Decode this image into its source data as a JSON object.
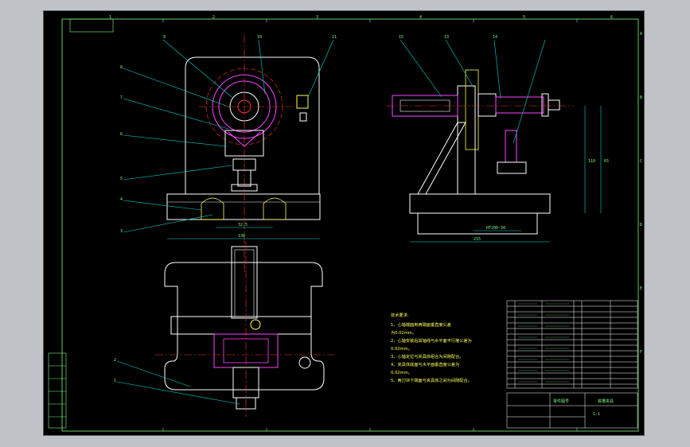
{
  "drawing": {
    "tech_title": "技术要求:",
    "tech_notes": [
      "1、心轴端面到两端面垂直度公差",
      "为0.02mm。",
      "2、心轴安装后其轴线与水平面平行度公差为",
      "0.02mm。",
      "3、心轴定位与夹具体组合为间隙配合。",
      "4、夹具体底面与水平面垂直度公差为",
      "0.02mm。",
      "5、两刀块下端面与夹具体之间为间隙配合。"
    ],
    "title_block": {
      "name": "铣槽夹具",
      "drawer": "零件图号",
      "scale": "1:1"
    },
    "dims": {
      "front_width": "32.5",
      "front_base": "130",
      "side_width": "215",
      "side_height": "110",
      "side_height2": "65",
      "side_bottom": "HT200-30"
    },
    "balloons": {
      "front_top": [
        "9",
        "10",
        "11"
      ],
      "side_top": [
        "15",
        "13",
        "14"
      ],
      "front_left": [
        "8",
        "7",
        "6",
        "5",
        "4",
        "3"
      ],
      "plan_left": [
        "2",
        "1"
      ]
    },
    "zone_numbers_top": [
      "1",
      "2",
      "3",
      "4",
      "5",
      "6"
    ],
    "zone_letters_right": [
      "A",
      "B",
      "C",
      "D",
      "E",
      "F"
    ]
  },
  "colors": {
    "background": "#000000",
    "outline": "#ffffff",
    "center": "#ff3333",
    "dimension": "#00d6d6",
    "part": "#ff44ff",
    "text": "#ffff55",
    "border": "#7fff7f"
  }
}
